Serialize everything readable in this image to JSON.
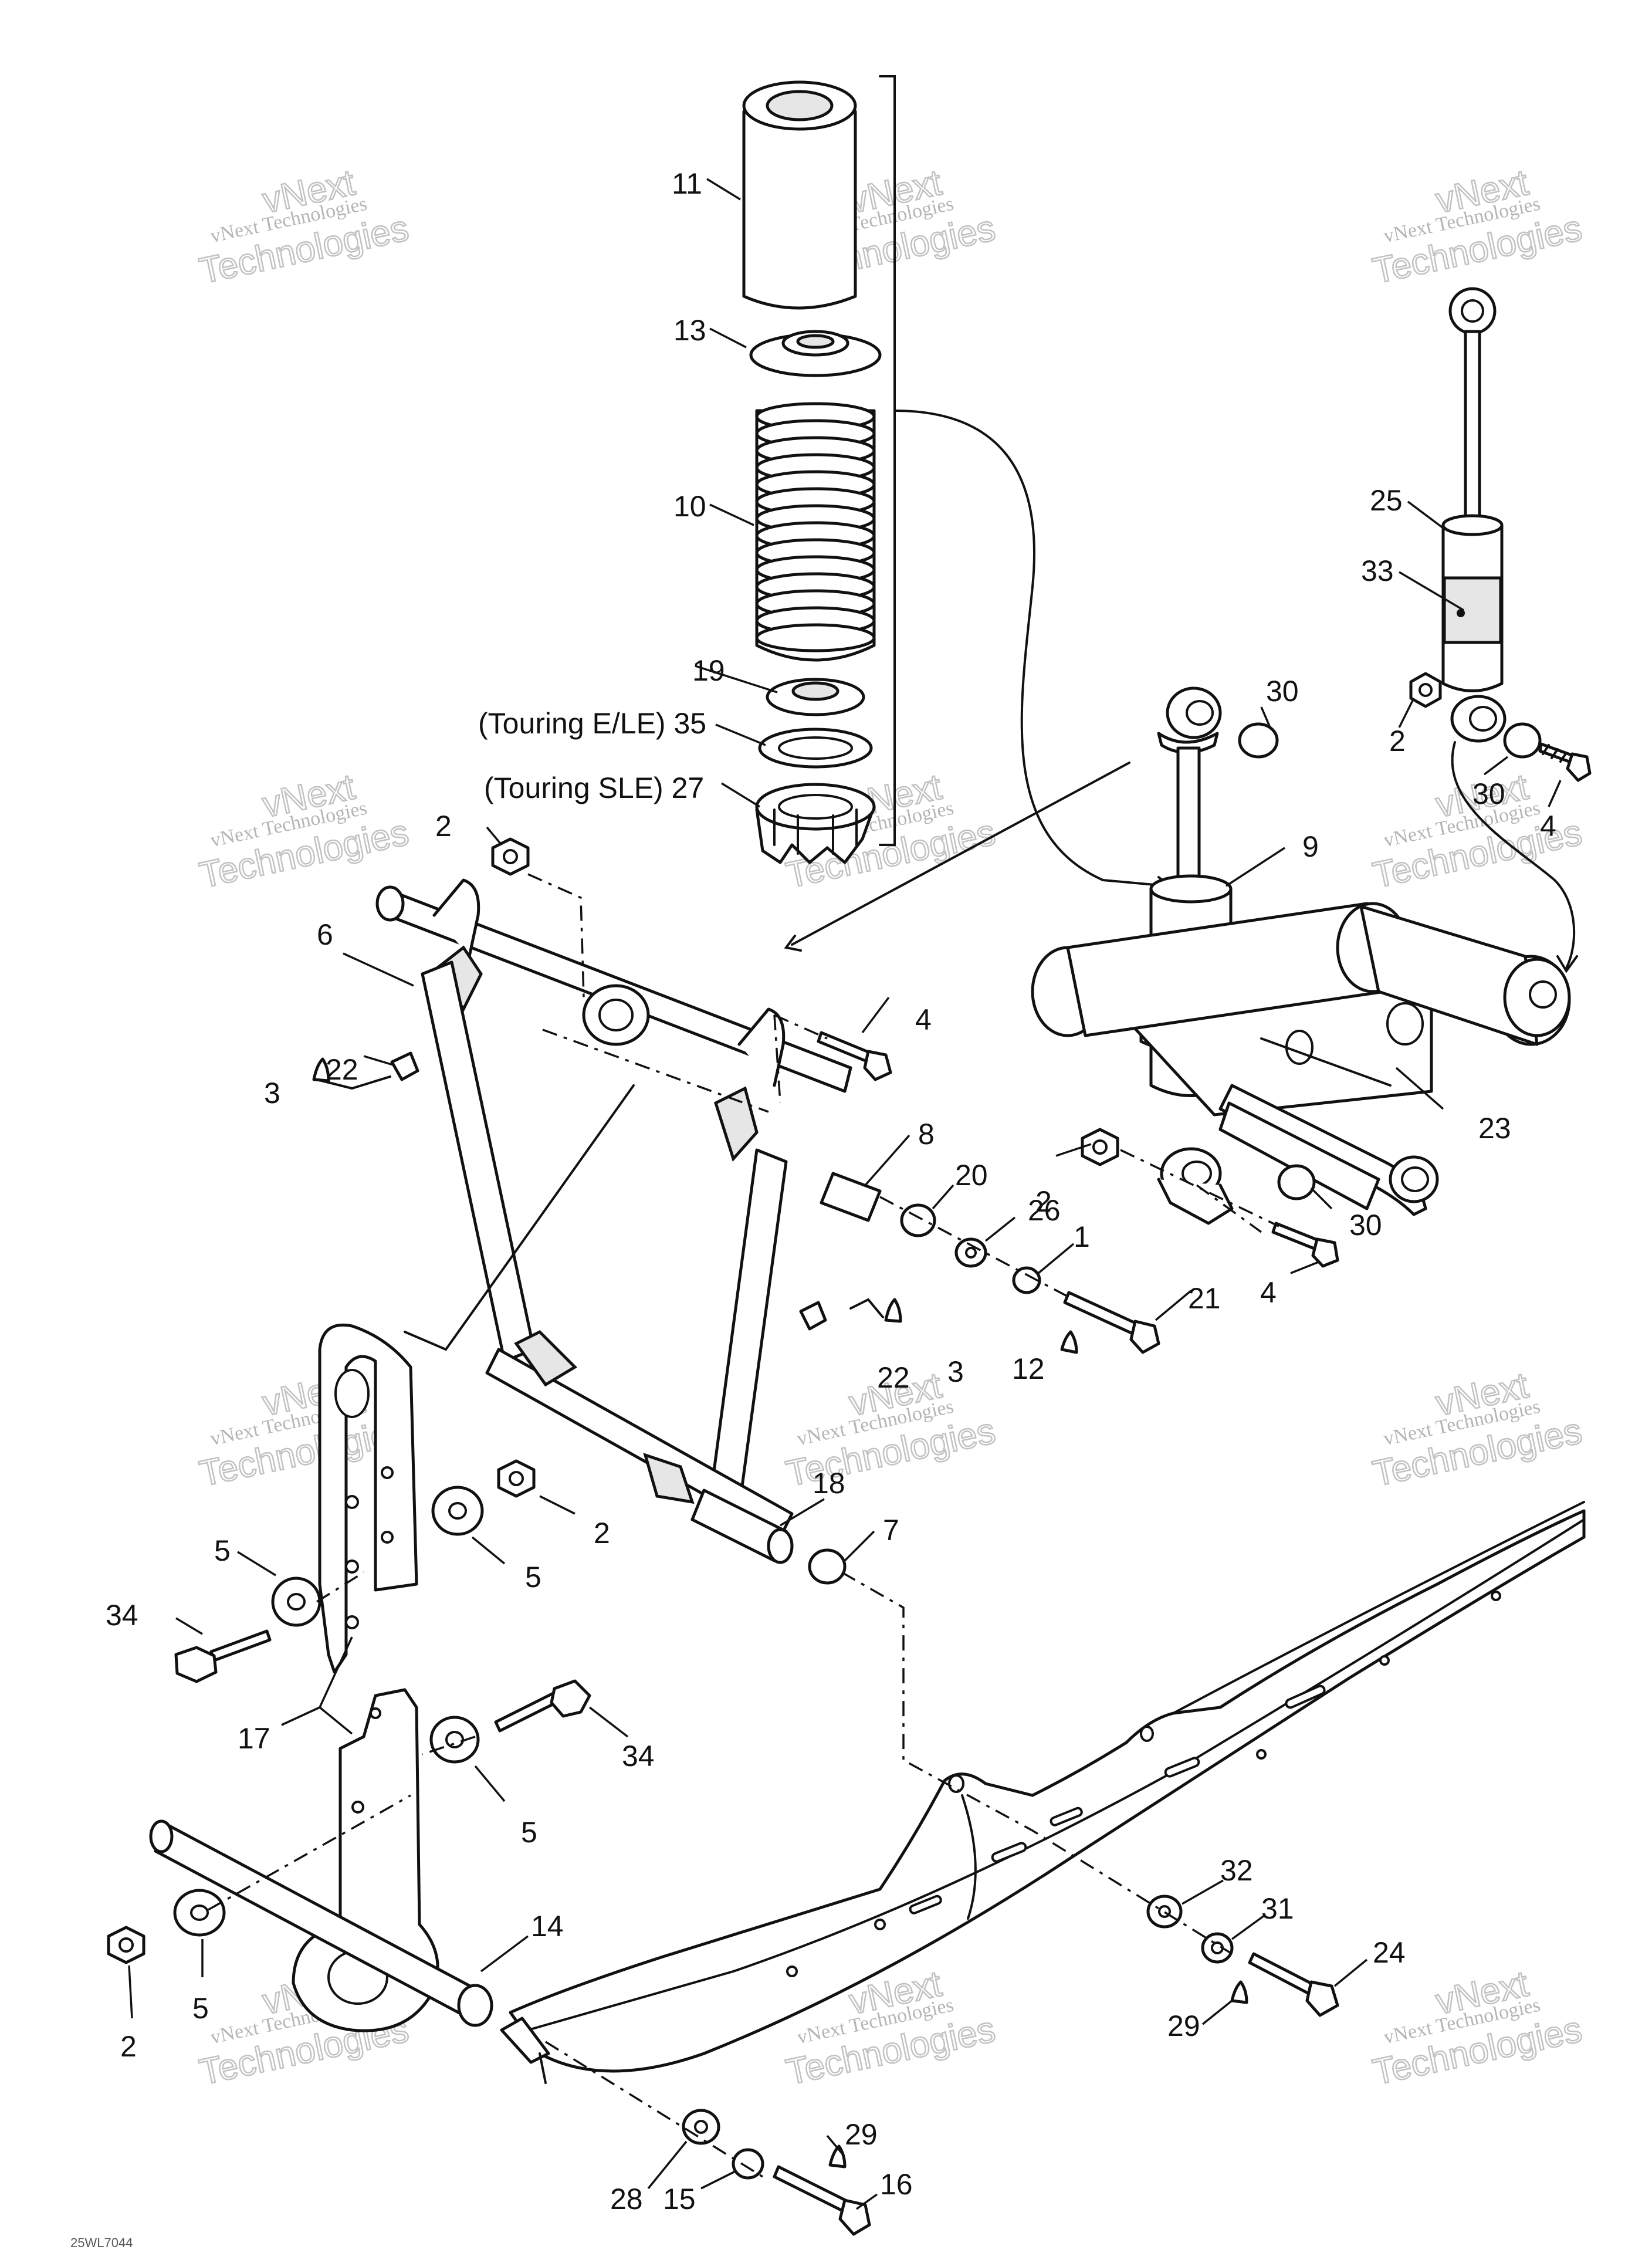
{
  "watermark": {
    "line1": "vNext",
    "line2": "vNext Technologies",
    "line3": "Technologies"
  },
  "callouts": [
    {
      "id": "c-11",
      "text": "11"
    },
    {
      "id": "c-13",
      "text": "13"
    },
    {
      "id": "c-10",
      "text": "10"
    },
    {
      "id": "c-19",
      "text": "19"
    },
    {
      "id": "c-35",
      "text": "(Touring E/LE) 35"
    },
    {
      "id": "c-27",
      "text": "(Touring SLE) 27"
    },
    {
      "id": "c-25",
      "text": "25"
    },
    {
      "id": "c-33",
      "text": "33"
    },
    {
      "id": "c-2a",
      "text": "2"
    },
    {
      "id": "c-30a",
      "text": "30"
    },
    {
      "id": "c-4a",
      "text": "4"
    },
    {
      "id": "c-30b",
      "text": "30"
    },
    {
      "id": "c-9",
      "text": "9"
    },
    {
      "id": "c-2b",
      "text": "2"
    },
    {
      "id": "c-6",
      "text": "6"
    },
    {
      "id": "c-22a",
      "text": "22"
    },
    {
      "id": "c-3a",
      "text": "3"
    },
    {
      "id": "c-4b",
      "text": "4"
    },
    {
      "id": "c-8",
      "text": "8"
    },
    {
      "id": "c-20",
      "text": "20"
    },
    {
      "id": "c-26",
      "text": "26"
    },
    {
      "id": "c-1",
      "text": "1"
    },
    {
      "id": "c-21",
      "text": "21"
    },
    {
      "id": "c-12",
      "text": "12"
    },
    {
      "id": "c-22b",
      "text": "22"
    },
    {
      "id": "c-3b",
      "text": "3"
    },
    {
      "id": "c-2c",
      "text": "2"
    },
    {
      "id": "c-23",
      "text": "23"
    },
    {
      "id": "c-30c",
      "text": "30"
    },
    {
      "id": "c-4c",
      "text": "4"
    },
    {
      "id": "c-18",
      "text": "18"
    },
    {
      "id": "c-7",
      "text": "7"
    },
    {
      "id": "c-2d",
      "text": "2"
    },
    {
      "id": "c-5a",
      "text": "5"
    },
    {
      "id": "c-5b",
      "text": "5"
    },
    {
      "id": "c-34a",
      "text": "34"
    },
    {
      "id": "c-17",
      "text": "17"
    },
    {
      "id": "c-34b",
      "text": "34"
    },
    {
      "id": "c-5c",
      "text": "5"
    },
    {
      "id": "c-14",
      "text": "14"
    },
    {
      "id": "c-5d",
      "text": "5"
    },
    {
      "id": "c-2e",
      "text": "2"
    },
    {
      "id": "c-32",
      "text": "32"
    },
    {
      "id": "c-31",
      "text": "31"
    },
    {
      "id": "c-24",
      "text": "24"
    },
    {
      "id": "c-29a",
      "text": "29"
    },
    {
      "id": "c-29b",
      "text": "29"
    },
    {
      "id": "c-28",
      "text": "28"
    },
    {
      "id": "c-15",
      "text": "15"
    },
    {
      "id": "c-16",
      "text": "16"
    }
  ],
  "footer_code": "25WL7044"
}
